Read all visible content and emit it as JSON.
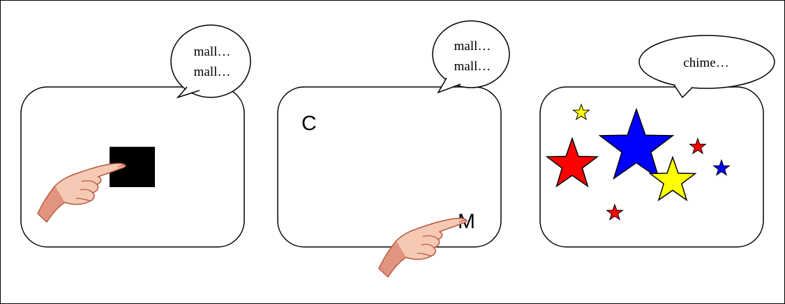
{
  "colors": {
    "star_red": "#ff0000",
    "star_blue": "#0000ff",
    "star_yellow": "#ffff00",
    "hand_skin": "#f6c9b5",
    "hand_shade": "#d97a60",
    "square": "#000000"
  },
  "panels": [
    {
      "bubble_lines": [
        "mall…",
        "mall…"
      ],
      "content": "black-square",
      "icon": "pointing-hand-icon"
    },
    {
      "bubble_lines": [
        "mall…",
        "mall…"
      ],
      "letters": [
        "C",
        "M"
      ],
      "icon": "pointing-hand-icon"
    },
    {
      "bubble_lines": [
        "chime…"
      ],
      "content": "stars",
      "stars": [
        {
          "color": "yellow"
        },
        {
          "color": "blue"
        },
        {
          "color": "red"
        },
        {
          "color": "yellow"
        },
        {
          "color": "red"
        },
        {
          "color": "blue"
        },
        {
          "color": "red"
        }
      ]
    }
  ]
}
